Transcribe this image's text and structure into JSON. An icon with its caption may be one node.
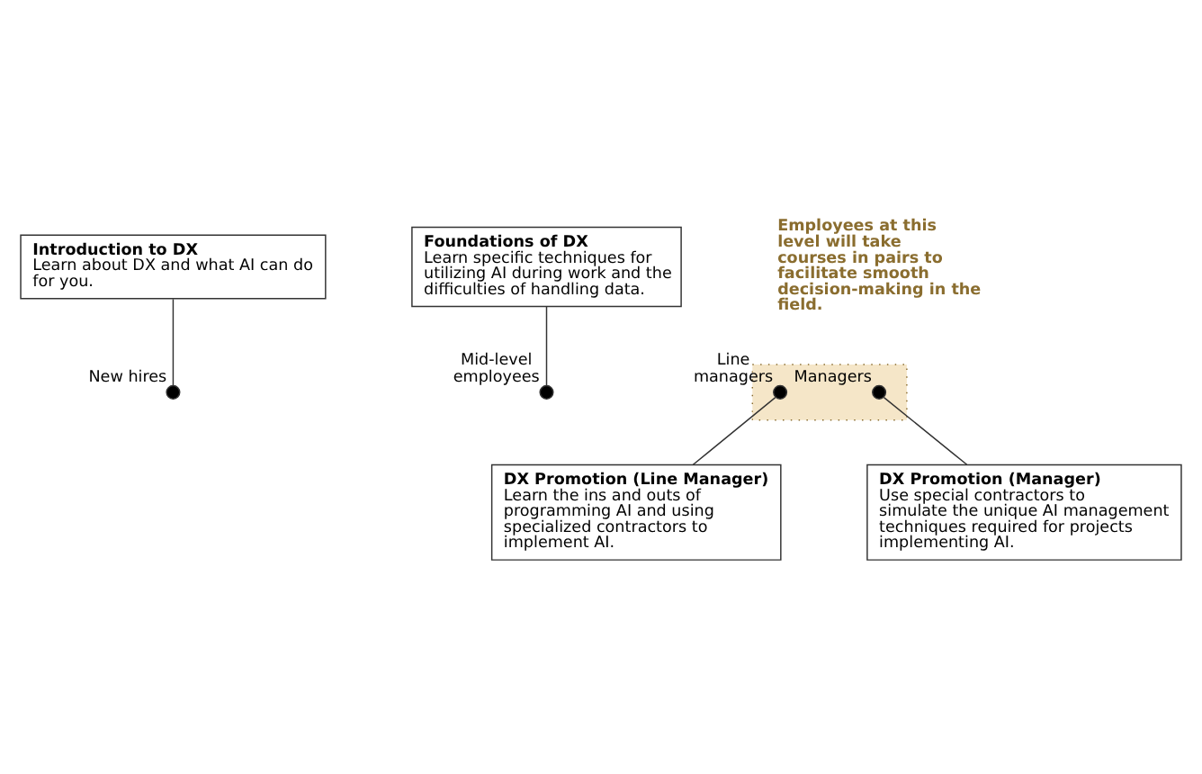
{
  "diagram": {
    "nodes": [
      {
        "text": [
          "Introduction to DX",
          "Learn about DX and what AI can do for you."
        ]
      },
      {
        "text": [
          "Foundations of DX",
          "Learn specific techniques for utilizing AI during work and the difficulties of handling data."
        ]
      },
      {
        "text": [],
        "shape": "circle",
        "beside": [
          "New hires"
        ]
      },
      {
        "text": [],
        "shape": "circle",
        "beside": [
          "Mid-level employees"
        ]
      },
      {
        "text": [],
        "shape": "box"
      },
      {
        "text": [],
        "shape": "circle",
        "beside": [
          "Line managers"
        ],
        "in": 4
      },
      {
        "text": [],
        "shape": "circle",
        "beside": [
          "Managers"
        ],
        "in": 4
      },
      {
        "text": [
          "DX Promotion (Line Manager)",
          "Learn the ins and outs of programming AI and using specialized contractors to implement AI."
        ]
      },
      {
        "text": [
          "DX Promotion (Manager)",
          "Use special contractors to simulate the unique AI management techniques required for projects implementing AI."
        ]
      }
    ],
    "edges": [
      {
        "from": 0,
        "to": 2,
        "arrow": "none"
      },
      {
        "from": 1,
        "to": 3,
        "arrow": "none"
      },
      {
        "from": 5,
        "to": 7,
        "arrow": "none"
      },
      {
        "from": 6,
        "to": 8,
        "arrow": "none"
      }
    ],
    "labels": [
      "Employees at this level will take courses in pairs to facilitate smooth decision-making in the field."
    ]
  }
}
